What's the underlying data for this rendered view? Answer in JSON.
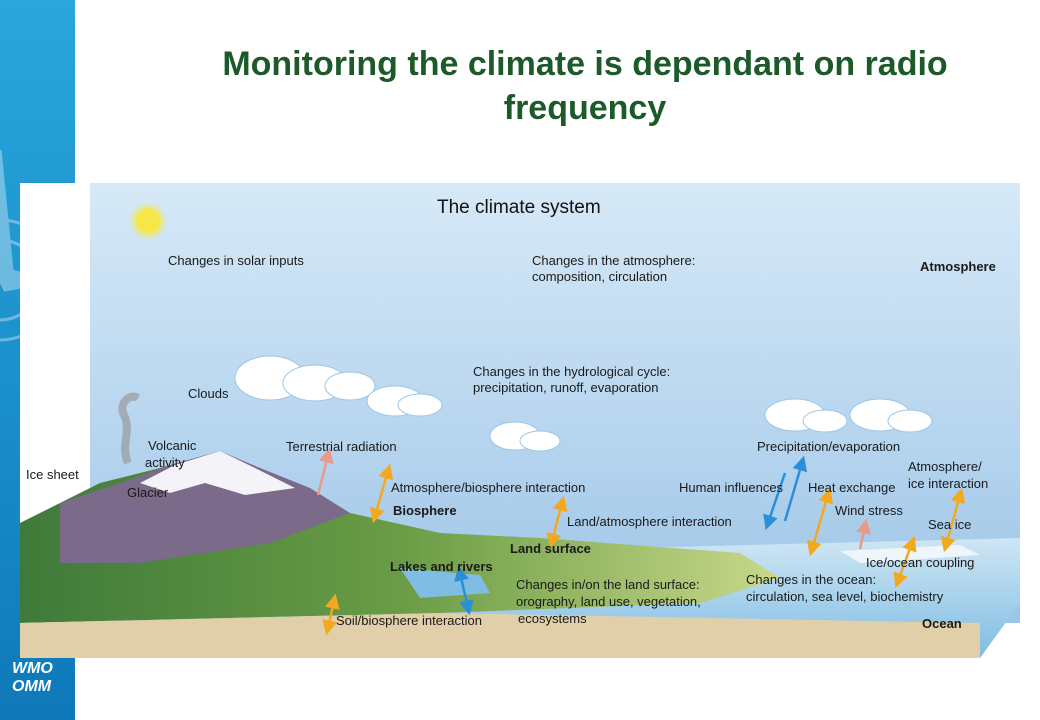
{
  "slide": {
    "title": "Monitoring the climate is dependant on radio frequency",
    "logo_line1": "WMO",
    "logo_line2": "OMM"
  },
  "colors": {
    "title_green": "#1c5a2a",
    "sidebar_blue": "#1a8fcb",
    "arrow_orange": "#f2a81f",
    "arrow_blue": "#2a8fd6",
    "arrow_pink": "#e89a8a"
  },
  "diagram": {
    "title": "The climate system",
    "labels": {
      "solar": "Changes in solar inputs",
      "atmos_change_1": "Changes in the atmosphere:",
      "atmos_change_2": "composition, circulation",
      "atmosphere": "Atmosphere",
      "clouds": "Clouds",
      "hydro_1": "Changes in the hydrological cycle:",
      "hydro_2": "precipitation, runoff, evaporation",
      "volcanic_1": "Volcanic",
      "volcanic_2": "activity",
      "terrestrial": "Terrestrial radiation",
      "precip": "Precipitation/evaporation",
      "ice_sheet": "Ice sheet",
      "glacier": "Glacier",
      "atm_bio": "Atmosphere/biosphere interaction",
      "human": "Human influences",
      "heat": "Heat exchange",
      "atm_ice_1": "Atmosphere/",
      "atm_ice_2": "ice interaction",
      "biosphere": "Biosphere",
      "land_atm": "Land/atmosphere interaction",
      "wind": "Wind stress",
      "sea_ice": "Sea ice",
      "land_surface": "Land surface",
      "lakes": "Lakes and rivers",
      "ice_ocean": "Ice/ocean coupling",
      "land_change_1": "Changes in/on the land surface:",
      "land_change_2": "orography, land use, vegetation,",
      "land_change_3": "ecosystems",
      "ocean_change_1": "Changes in the ocean:",
      "ocean_change_2": "circulation, sea level, biochemistry",
      "soil": "Soil/biosphere interaction",
      "ocean": "Ocean"
    }
  }
}
